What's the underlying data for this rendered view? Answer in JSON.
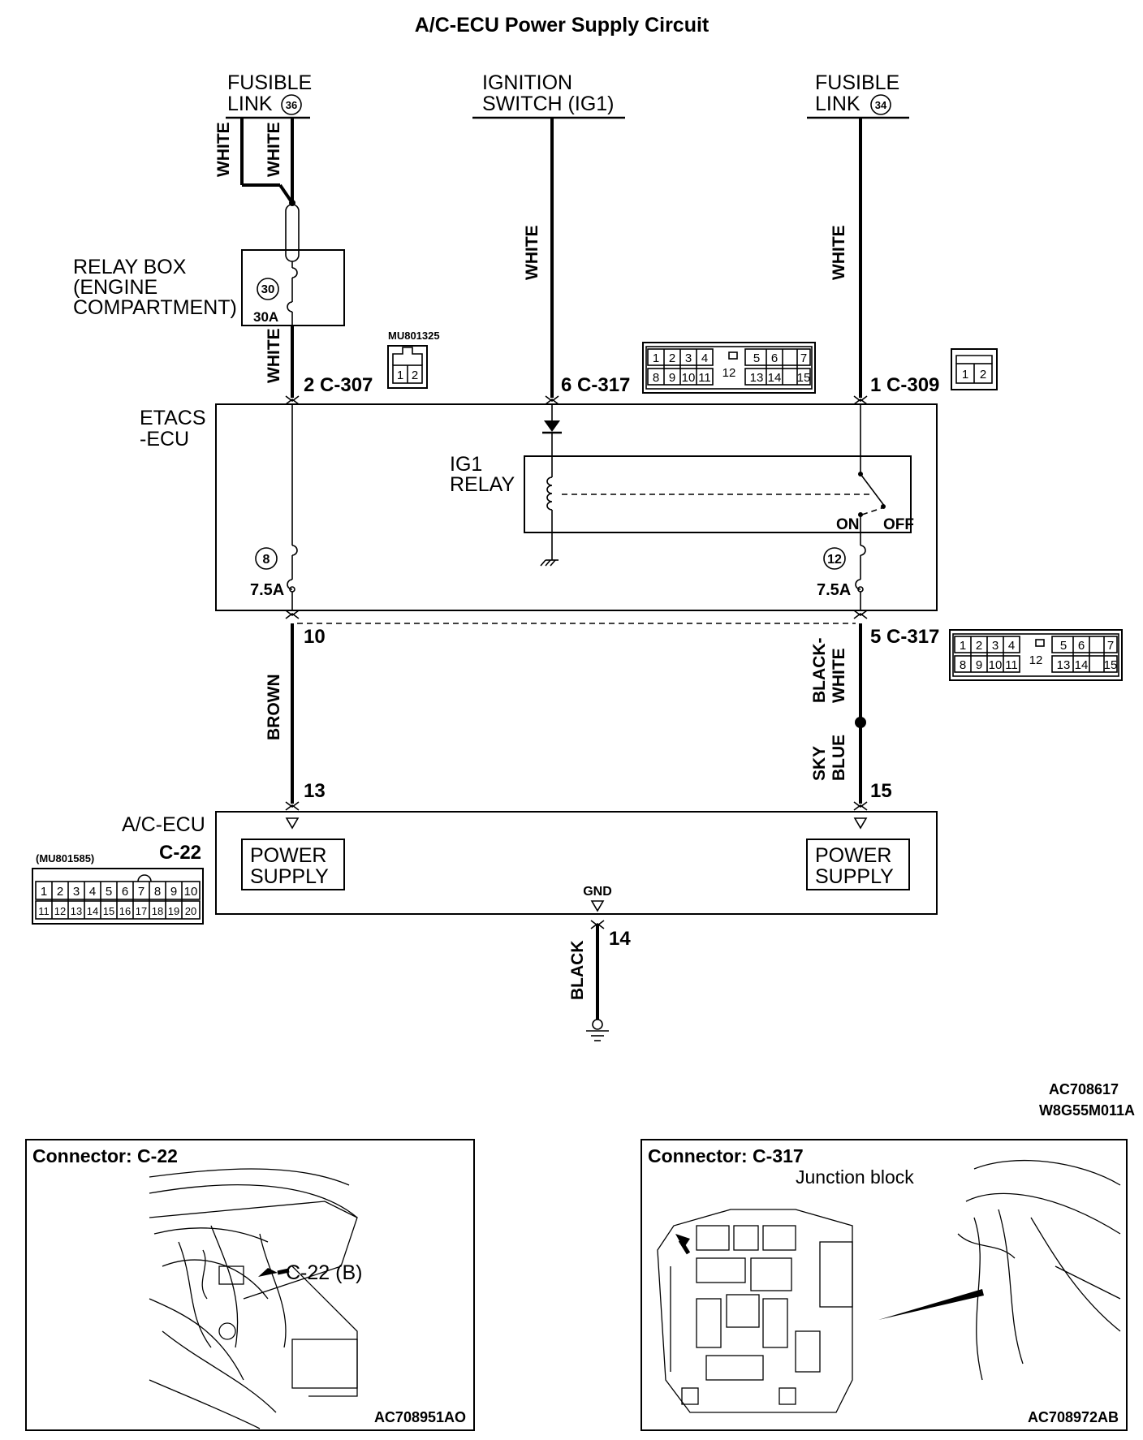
{
  "title": "A/C-ECU Power Supply Circuit",
  "sources": {
    "left": {
      "line1": "FUSIBLE",
      "line2": "LINK",
      "num": "36"
    },
    "center": {
      "line1": "IGNITION",
      "line2": "SWITCH (IG1)"
    },
    "right": {
      "line1": "FUSIBLE",
      "line2": "LINK",
      "num": "34"
    }
  },
  "relay_box": {
    "line1": "RELAY BOX",
    "line2": "(ENGINE",
    "line3": "COMPARTMENT)",
    "fuse_num": "30",
    "fuse_rating": "30A"
  },
  "wire_colors": {
    "w_left_a": "WHITE",
    "w_left_b": "WHITE",
    "w_left_c": "WHITE",
    "w_center": "WHITE",
    "w_right": "WHITE",
    "w_brown": "BROWN",
    "w_bw1": "BLACK-",
    "w_bw2": "WHITE",
    "w_sb1": "SKY",
    "w_sb2": "BLUE",
    "w_black": "BLACK"
  },
  "connectors": {
    "c307": {
      "pin": "2 C-307",
      "part": "MU801325",
      "cells": [
        "1",
        "2"
      ]
    },
    "c317_top": {
      "pin": "6 C-317"
    },
    "c309": {
      "pin": "1 C-309",
      "cells": [
        "1",
        "2"
      ]
    },
    "c317_bottom": {
      "pin": "5 C-317"
    },
    "c22": {
      "label": "C-22",
      "part": "(MU801585)",
      "row1": [
        "1",
        "2",
        "3",
        "4",
        "5",
        "6",
        "7",
        "8",
        "9",
        "10"
      ],
      "row2": [
        "11",
        "12",
        "13",
        "14",
        "15",
        "16",
        "17",
        "18",
        "19",
        "20"
      ]
    },
    "c317_grid": {
      "row1": [
        "1",
        "2",
        "3",
        "4",
        "5",
        "6",
        "7"
      ],
      "row2": [
        "8",
        "9",
        "10",
        "11",
        "13",
        "14",
        "15"
      ],
      "center": "12"
    }
  },
  "etacs": {
    "line1": "ETACS",
    "line2": "-ECU",
    "relay1": "IG1",
    "relay2": "RELAY",
    "on": "ON",
    "off": "OFF",
    "fuse_left_num": "8",
    "fuse_left_rating": "7.5A",
    "fuse_right_num": "12",
    "fuse_right_rating": "7.5A",
    "pin_left": "10"
  },
  "ac_ecu": {
    "name": "A/C-ECU",
    "pin_left": "13",
    "pin_right": "15",
    "pin_gnd": "14",
    "ps_left1": "POWER",
    "ps_left2": "SUPPLY",
    "ps_right1": "POWER",
    "ps_right2": "SUPPLY",
    "gnd": "GND"
  },
  "figure_codes": {
    "code1": "AC708617",
    "code2": "W8G55M011A"
  },
  "panels": {
    "left": {
      "title": "Connector: C-22",
      "callout": "C-22 (B)",
      "code": "AC708951AO"
    },
    "right": {
      "title": "Connector: C-317",
      "callout": "Junction block",
      "code": "AC708972AB"
    }
  }
}
